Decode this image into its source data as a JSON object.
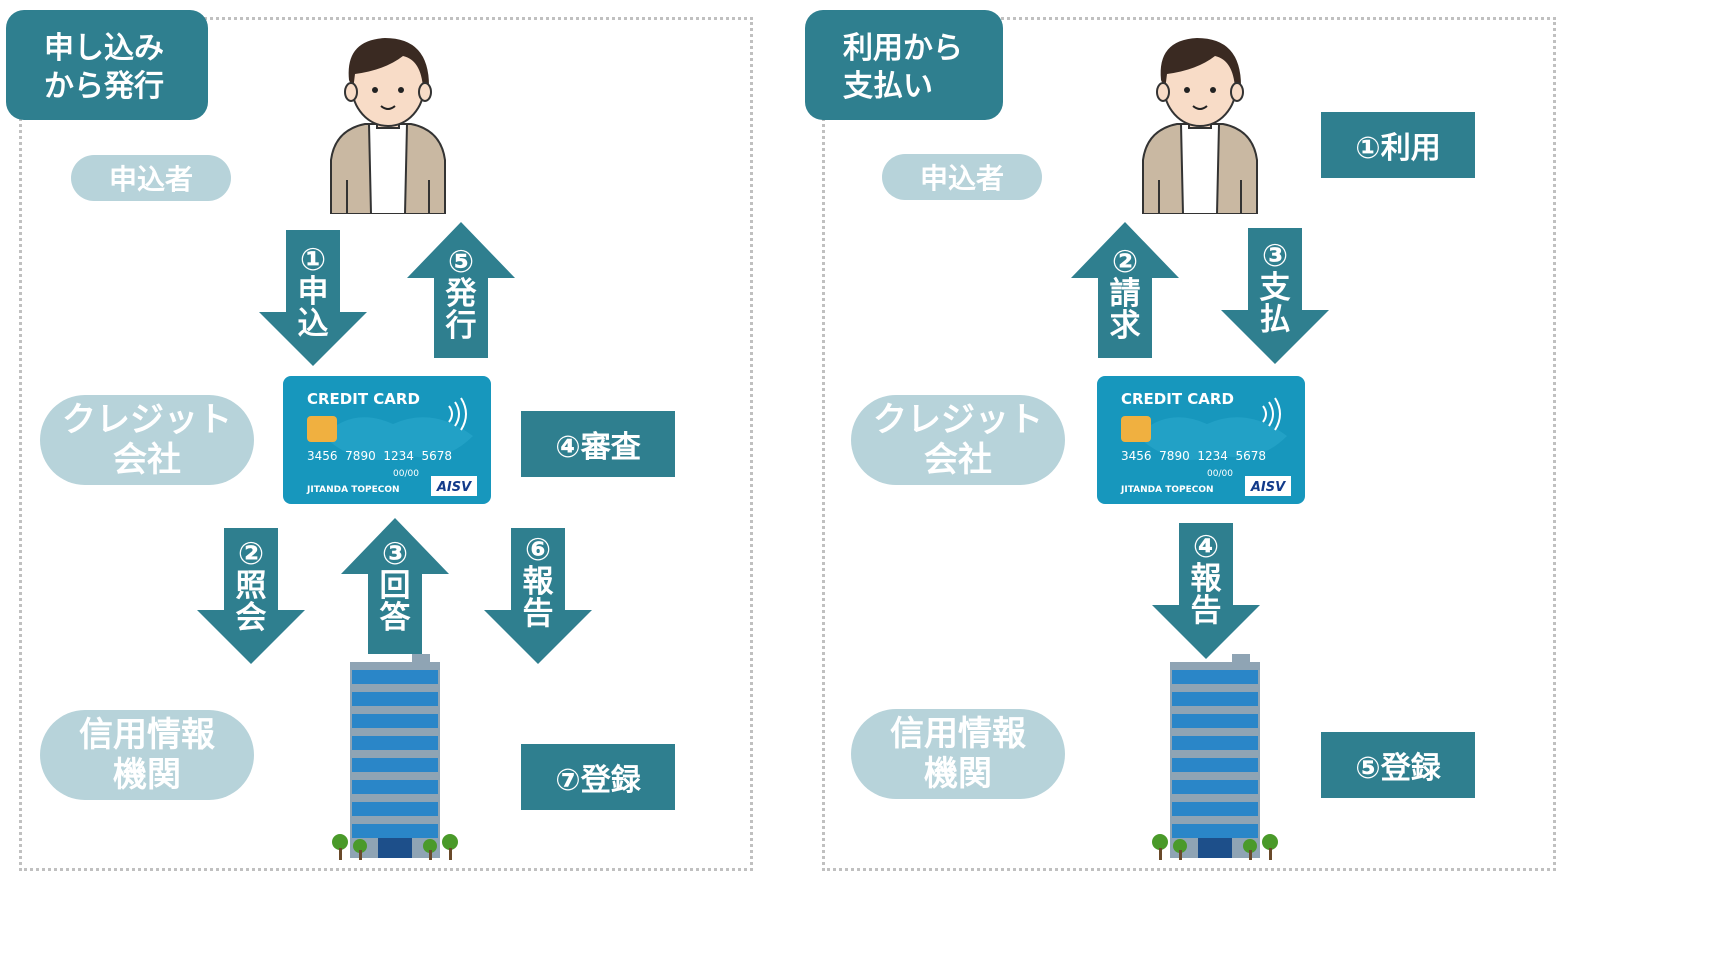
{
  "colors": {
    "teal": "#2f7f8f",
    "pill": "#b7d3da",
    "card": "#1797bd",
    "building": "#2a86c8"
  },
  "left": {
    "title": "申し込み\nから発行",
    "labels": {
      "applicant": "申込者",
      "card_company": "クレジット\n会社",
      "credit_bureau": "信用情報\n機関"
    },
    "steps": {
      "apply": "①\n申\n込",
      "issue": "⑤\n発\n行",
      "inquiry": "②\n照\n会",
      "answer": "③\n回\n答",
      "report": "⑥\n報\n告",
      "review": "④審査",
      "register": "⑦登録"
    }
  },
  "right": {
    "title": "利用から\n支払い",
    "labels": {
      "applicant": "申込者",
      "card_company": "クレジット\n会社",
      "credit_bureau": "信用情報\n機関"
    },
    "steps": {
      "use": "①利用",
      "bill": "②\n請\n求",
      "pay": "③\n支\n払",
      "report": "④\n報\n告",
      "register": "⑤登録"
    }
  },
  "card": {
    "brand_text": "CREDIT CARD",
    "number": "3456  7890  1234  5678",
    "expiry": "00/00",
    "holder": "JITANDA TOPECON",
    "logo": "AISV"
  },
  "icons": [
    "person-illustration",
    "credit-card-illustration",
    "office-building-illustration"
  ]
}
